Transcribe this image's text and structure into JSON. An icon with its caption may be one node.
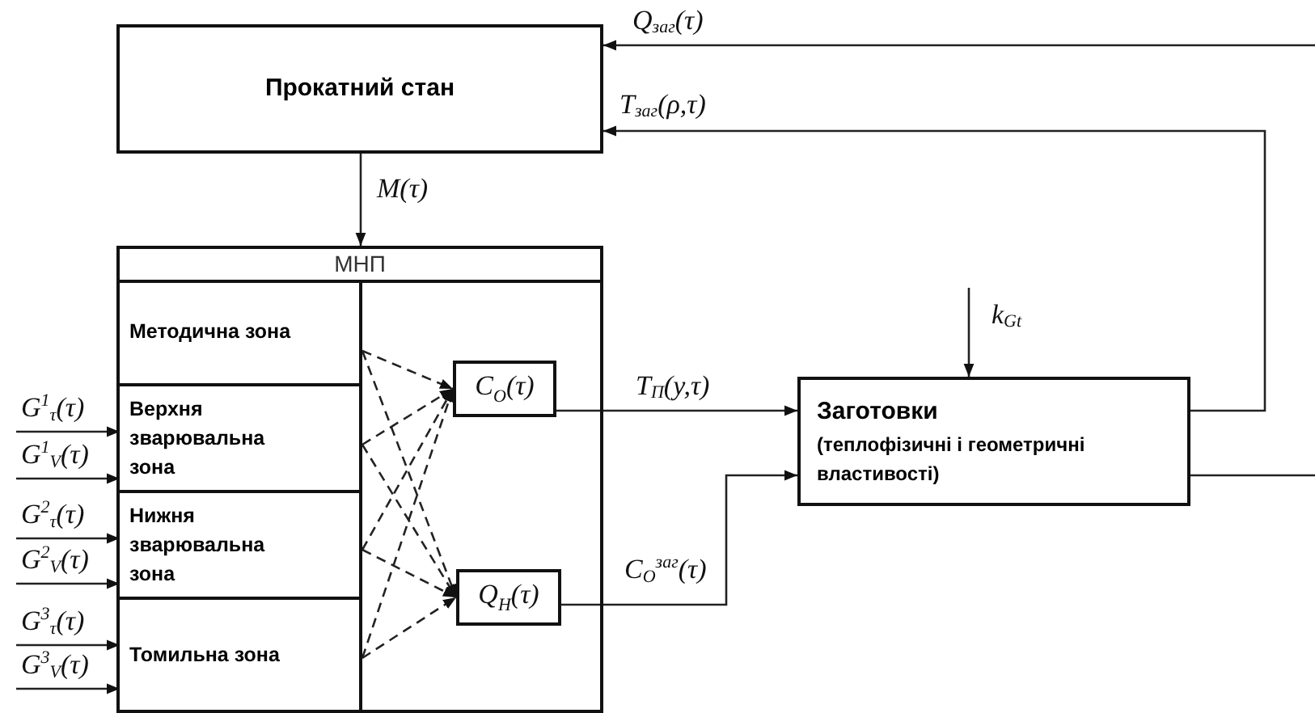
{
  "diagram": {
    "nodes": [
      {
        "text": [
          "Прокатний стан"
        ]
      },
      {
        "text": [
          "МНП"
        ]
      },
      {
        "text": [
          "Методична зона"
        ],
        "in": 1
      },
      {
        "text": [
          "Верхня зварювальна зона"
        ],
        "in": 1
      },
      {
        "text": [
          "Нижня зварювальна зона"
        ],
        "in": 1
      },
      {
        "text": [
          "Томильна зона"
        ],
        "in": 1
      },
      {
        "text": [
          "C$_{O}$(τ)"
        ],
        "in": 1
      },
      {
        "text": [
          "Q$_{Н}$(τ)"
        ],
        "in": 1
      },
      {
        "text": [
          "Заготовки",
          "(теплофізичні і геометричні властивості)"
        ]
      }
    ],
    "edges": [
      {
        "from": 0,
        "to": 1,
        "arrow": "to",
        "label": "M(τ)"
      },
      {
        "from": 2,
        "to": 6,
        "arrow": "to",
        "style": "dashed"
      },
      {
        "from": 2,
        "to": 7,
        "arrow": "to",
        "style": "dashed"
      },
      {
        "from": 3,
        "to": 6,
        "arrow": "to",
        "style": "dashed"
      },
      {
        "from": 3,
        "to": 7,
        "arrow": "to",
        "style": "dashed"
      },
      {
        "from": 4,
        "to": 6,
        "arrow": "to",
        "style": "dashed"
      },
      {
        "from": 4,
        "to": 7,
        "arrow": "to",
        "style": "dashed"
      },
      {
        "from": 5,
        "to": 6,
        "arrow": "to",
        "style": "dashed"
      },
      {
        "from": 5,
        "to": 7,
        "arrow": "to",
        "style": "dashed"
      },
      {
        "from": 6,
        "to": 8,
        "arrow": "to",
        "label": "T$_{П}$(y,τ)"
      },
      {
        "from": 7,
        "to": 8,
        "arrow": "to",
        "label": "C$_{O}$$^{заг}$(τ)"
      },
      {
        "from": 8,
        "to": 0,
        "arrow": "to",
        "label": "T$_{заг}$(ρ,τ)"
      },
      {
        "from": null,
        "to": 0,
        "arrow": "to",
        "label": "Q$_{заг}$(τ)"
      },
      {
        "from": null,
        "to": 8,
        "arrow": "to",
        "label": "k$_{Gt}$"
      },
      {
        "from": 8,
        "to": null,
        "arrow": "none"
      },
      {
        "from": null,
        "to": 3,
        "arrow": "to",
        "label": "G$^{1}$$_{τ}$(τ)"
      },
      {
        "from": null,
        "to": 3,
        "arrow": "to",
        "label": "G$^{1}$$_{V}$(τ)"
      },
      {
        "from": null,
        "to": 4,
        "arrow": "to",
        "label": "G$^{2}$$_{τ}$(τ)"
      },
      {
        "from": null,
        "to": 4,
        "arrow": "to",
        "label": "G$^{2}$$_{V}$(τ)"
      },
      {
        "from": null,
        "to": 5,
        "arrow": "to",
        "label": "G$^{3}$$_{τ}$(τ)"
      },
      {
        "from": null,
        "to": 5,
        "arrow": "to",
        "label": "G$^{3}$$_{V}$(τ)"
      }
    ]
  }
}
